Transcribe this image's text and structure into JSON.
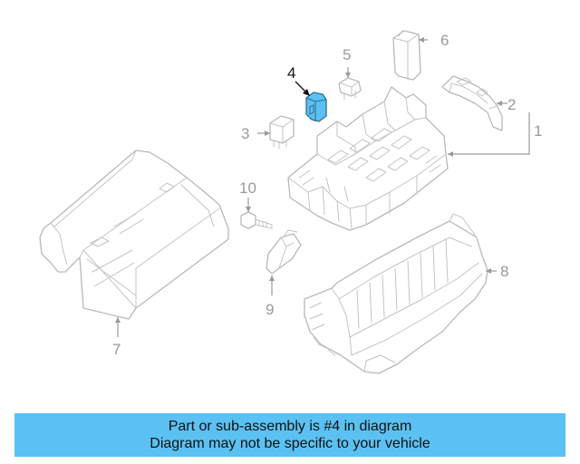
{
  "diagram": {
    "callouts": [
      {
        "id": "1",
        "label": "1"
      },
      {
        "id": "2",
        "label": "2"
      },
      {
        "id": "3",
        "label": "3"
      },
      {
        "id": "4",
        "label": "4"
      },
      {
        "id": "5",
        "label": "5"
      },
      {
        "id": "6",
        "label": "6"
      },
      {
        "id": "7",
        "label": "7"
      },
      {
        "id": "8",
        "label": "8"
      },
      {
        "id": "9",
        "label": "9"
      },
      {
        "id": "10",
        "label": "10"
      }
    ],
    "highlighted_part": "4",
    "highlight_color": "#5bc1f2",
    "line_color": "#b9b9b9"
  },
  "banner": {
    "line1": "Part or sub-assembly is #4 in diagram",
    "line2": "Diagram may not be specific to your vehicle",
    "background": "#5bc1f2"
  }
}
